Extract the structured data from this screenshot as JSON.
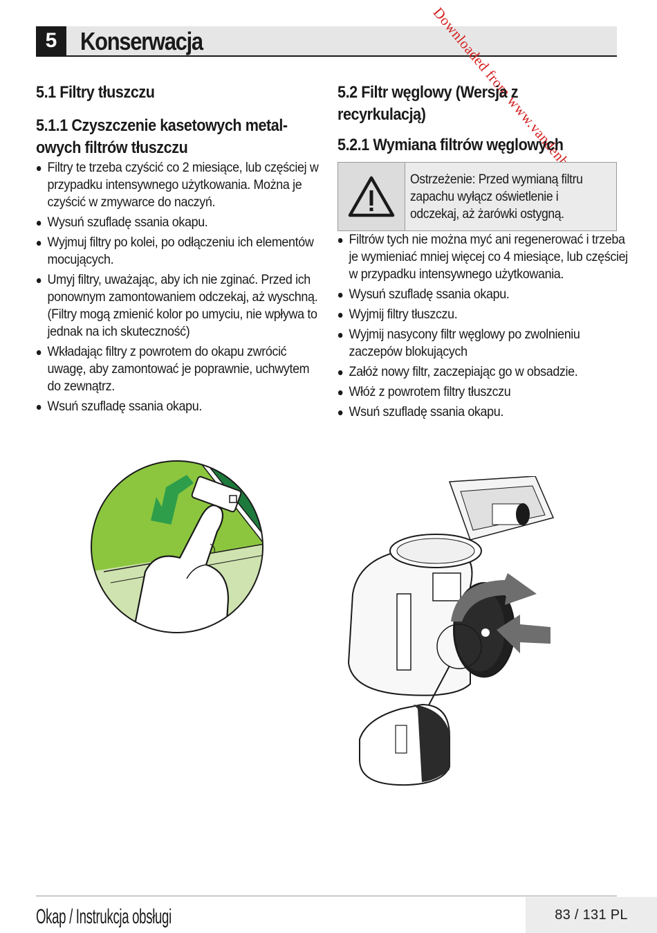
{
  "chapter": {
    "number": "5",
    "title": "Konserwacja"
  },
  "watermark": "Downloaded from www.vandenborre.be",
  "left_column": {
    "section_title": "5.1 Filtry tłuszczu",
    "subsection_title_line1": "5.1.1 Czyszczenie kasetowych metal-",
    "subsection_title_line2": "owych filtrów tłuszczu",
    "bullets": [
      "Filtry te trzeba czyścić co 2 miesiące, lub częściej w przypadku intensywnego użytkowania. Można je czyścić w zmywarce do naczyń.",
      "Wysuń szufladę ssania okapu.",
      "Wyjmuj filtry po kolei, po odłączeniu ich elementów mocujących.",
      "Umyj filtry, uważając, aby ich nie zginać. Przed ich ponownym zamontowaniem odczekaj, aż wyschną. (Filtry mogą zmienić kolor po umyciu, nie wpływa to jednak na ich skuteczność)",
      "Wkładając filtry z powrotem do okapu zwrócić uwagę, aby  zamontować je poprawnie, uchwytem do zewnątrz.",
      "Wsuń szufladę ssania okapu."
    ]
  },
  "right_column": {
    "section_title_line1": "5.2 Filtr węglowy (Wersja z",
    "section_title_line2": "recyrkulacją)",
    "subsection_title": "5.2.1 Wymiana filtrów węglowych",
    "warning": {
      "icon": "warning-triangle-icon",
      "text": "Ostrzeżenie: Przed wymianą filtru zapachu wyłącz oświetlenie i odczekaj, aż żarówki ostygną."
    },
    "bullets": [
      "Filtrów tych nie można myć ani regenerować i trzeba je wymieniać mniej więcej co 4 miesiące, lub częściej w przypadku intensywnego użytkowania.",
      "Wysuń szufladę ssania okapu.",
      "Wyjmij filtry tłuszczu.",
      "Wyjmij nasycony filtr węglowy po zwolnieniu zaczepów blokujących",
      "Załóż nowy filtr, zaczepiając go w obsadzie.",
      "Włóż z powrotem filtry tłuszczu",
      "Wsuń szufladę ssania okapu."
    ]
  },
  "colors": {
    "filter_green": "#8cc63f",
    "dark_green": "#1e7a3c",
    "arrow_gray": "#6e6e6e"
  },
  "footer": {
    "left": "Okap / Instrukcja obsługi",
    "page": "83 / 131  PL"
  }
}
